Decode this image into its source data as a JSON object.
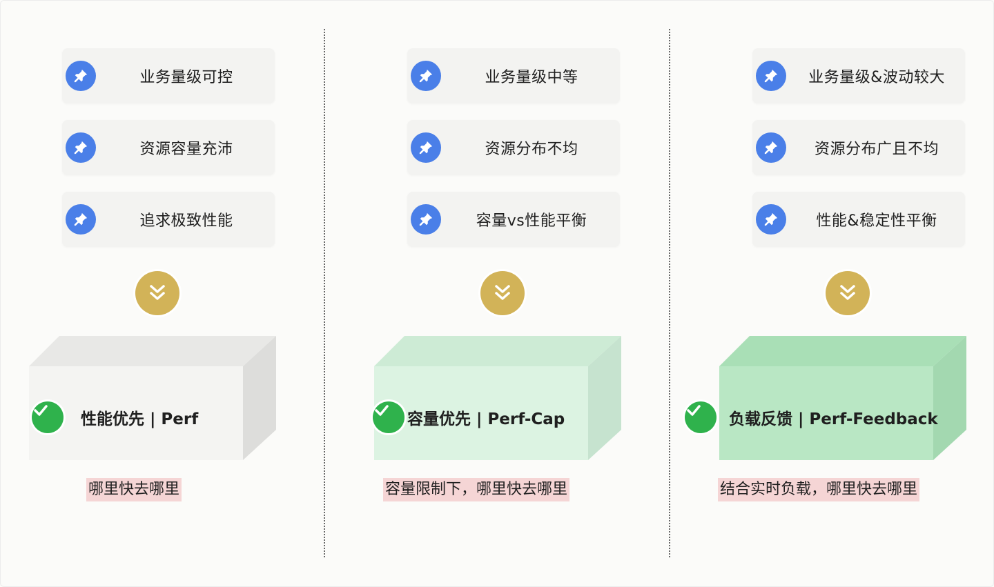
{
  "columns": [
    {
      "items": [
        "业务量级可控",
        "资源容量充沛",
        "追求极致性能"
      ],
      "box_label": "性能优先 | Perf",
      "caption": "哪里快去哪里"
    },
    {
      "items": [
        "业务量级中等",
        "资源分布不均",
        "容量vs性能平衡"
      ],
      "box_label": "容量优先 | Perf-Cap",
      "caption": "容量限制下，哪里快去哪里"
    },
    {
      "items": [
        "业务量级&波动较大",
        "资源分布广且不均",
        "性能&稳定性平衡"
      ],
      "box_label": "负载反馈 | Perf-Feedback",
      "caption": "结合实时负载，哪里快去哪里"
    }
  ],
  "icons": {
    "item": "pushpin-icon",
    "flow": "double-chevron-down-icon",
    "result": "checkmark-icon"
  },
  "colors": {
    "pin_blue": "#4a7fe8",
    "arrow_gold": "#d2b358",
    "check_green": "#2fb24c",
    "caption_highlight": "#f5d5d5",
    "box_gray": "#f4f4f2",
    "box_green_light": "#dcf3e2",
    "box_green": "#b9e7c4"
  }
}
